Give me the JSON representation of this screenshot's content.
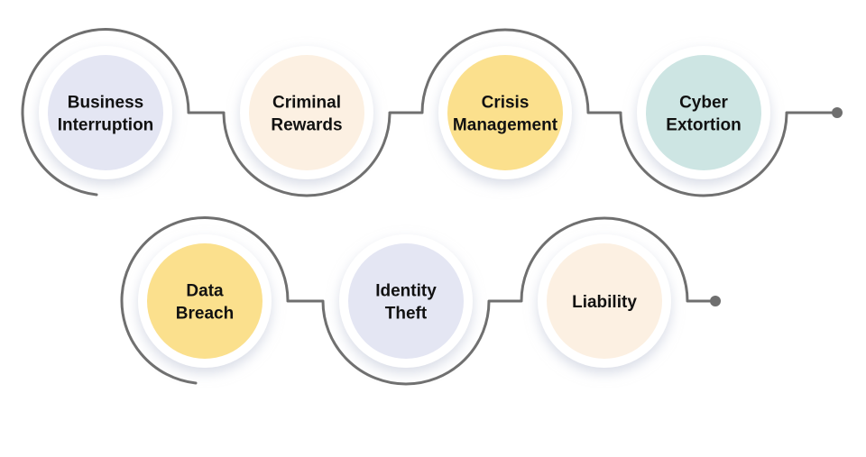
{
  "diagram": {
    "rows": [
      {
        "nodes": [
          {
            "lines": [
              "Business",
              "Interruption"
            ],
            "fill": "#e4e6f3"
          },
          {
            "lines": [
              "Criminal",
              "Rewards"
            ],
            "fill": "#fcf0e2"
          },
          {
            "lines": [
              "Crisis",
              "Management"
            ],
            "fill": "#fbe08d"
          },
          {
            "lines": [
              "Cyber",
              "Extortion"
            ],
            "fill": "#cde5e3"
          }
        ]
      },
      {
        "nodes": [
          {
            "lines": [
              "Data",
              "Breach"
            ],
            "fill": "#fbe08d"
          },
          {
            "lines": [
              "Identity",
              "Theft"
            ],
            "fill": "#e4e6f3"
          },
          {
            "lines": [
              "Liability"
            ],
            "fill": "#fcf0e2"
          }
        ]
      }
    ],
    "colors": {
      "connector": "#6f6f6f",
      "endpoint": "#6f6f6f",
      "halo": "#ffffff",
      "shadow": "#c9cfdd"
    }
  }
}
